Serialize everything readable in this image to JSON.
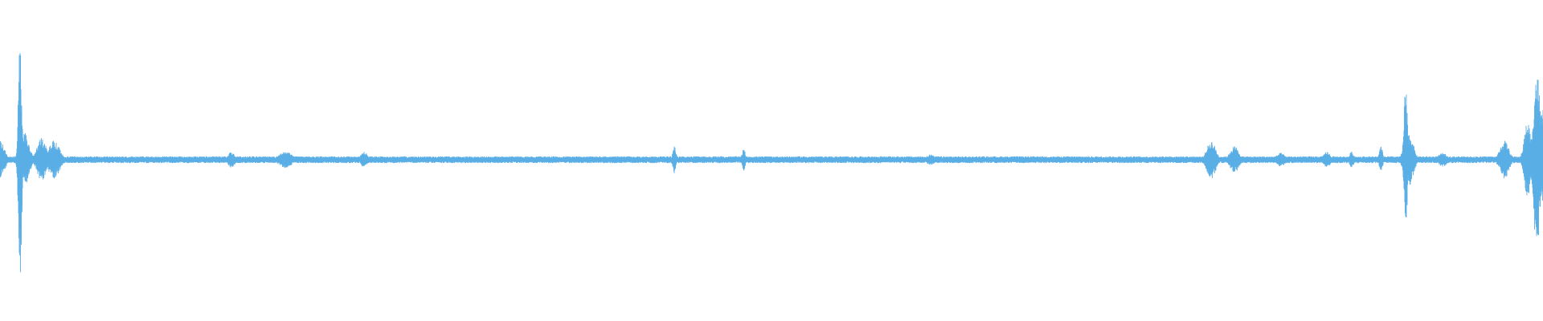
{
  "colors": {
    "background": "#ffffff",
    "waveform": "#5aaee6"
  },
  "chart_data": {
    "type": "area",
    "title": "",
    "xlabel": "",
    "ylabel": "",
    "xlim": [
      0,
      1
    ],
    "ylim": [
      -1,
      1
    ],
    "grid": false,
    "baseline_amplitude": 0.025,
    "bursts": [
      {
        "t": 0.0,
        "amp": 0.14,
        "width": 0.004
      },
      {
        "t": 0.013,
        "amp": 0.86,
        "width": 0.0015
      },
      {
        "t": 0.016,
        "amp": 0.2,
        "width": 0.004
      },
      {
        "t": 0.027,
        "amp": 0.16,
        "width": 0.004
      },
      {
        "t": 0.035,
        "amp": 0.14,
        "width": 0.005
      },
      {
        "t": 0.15,
        "amp": 0.06,
        "width": 0.003
      },
      {
        "t": 0.185,
        "amp": 0.06,
        "width": 0.006
      },
      {
        "t": 0.236,
        "amp": 0.06,
        "width": 0.003
      },
      {
        "t": 0.437,
        "amp": 0.1,
        "width": 0.0015
      },
      {
        "t": 0.482,
        "amp": 0.08,
        "width": 0.0015
      },
      {
        "t": 0.603,
        "amp": 0.04,
        "width": 0.004
      },
      {
        "t": 0.785,
        "amp": 0.14,
        "width": 0.004
      },
      {
        "t": 0.8,
        "amp": 0.1,
        "width": 0.004
      },
      {
        "t": 0.83,
        "amp": 0.05,
        "width": 0.004
      },
      {
        "t": 0.86,
        "amp": 0.06,
        "width": 0.003
      },
      {
        "t": 0.876,
        "amp": 0.06,
        "width": 0.002
      },
      {
        "t": 0.895,
        "amp": 0.1,
        "width": 0.0015
      },
      {
        "t": 0.911,
        "amp": 0.54,
        "width": 0.0015
      },
      {
        "t": 0.913,
        "amp": 0.2,
        "width": 0.004
      },
      {
        "t": 0.935,
        "amp": 0.05,
        "width": 0.004
      },
      {
        "t": 0.975,
        "amp": 0.14,
        "width": 0.004
      },
      {
        "t": 0.99,
        "amp": 0.28,
        "width": 0.003
      },
      {
        "t": 0.996,
        "amp": 0.66,
        "width": 0.003
      },
      {
        "t": 1.0,
        "amp": 0.4,
        "width": 0.003
      }
    ]
  }
}
